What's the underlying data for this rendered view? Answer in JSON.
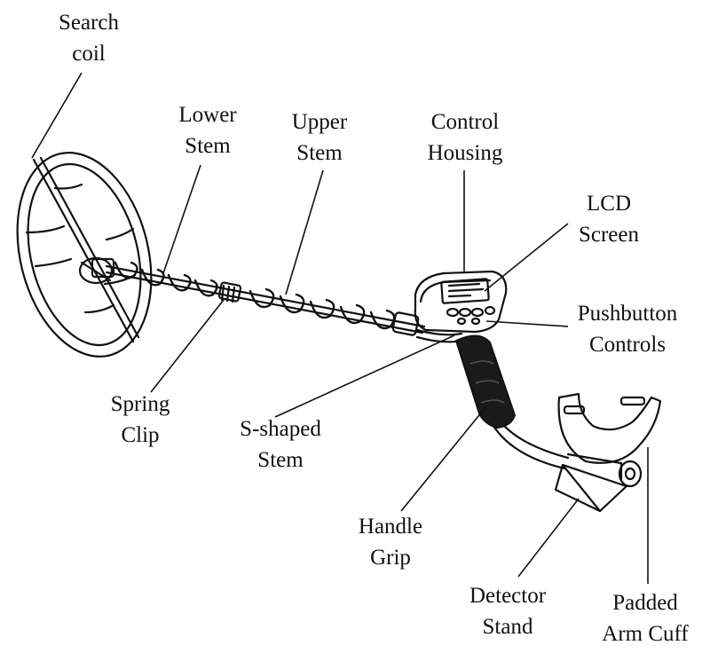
{
  "diagram": {
    "labels": {
      "search_coil": [
        "Search",
        "coil"
      ],
      "lower_stem": [
        "Lower",
        "Stem"
      ],
      "upper_stem": [
        "Upper",
        "Stem"
      ],
      "control_housing": [
        "Control",
        "Housing"
      ],
      "lcd_screen": [
        "LCD",
        "Screen"
      ],
      "pushbutton_controls": [
        "Pushbutton",
        "Controls"
      ],
      "spring_clip": [
        "Spring",
        "Clip"
      ],
      "s_shaped_stem": [
        "S-shaped",
        "Stem"
      ],
      "handle_grip": [
        "Handle",
        "Grip"
      ],
      "detector_stand": [
        "Detector",
        "Stand"
      ],
      "padded_arm_cuff": [
        "Padded",
        "Arm Cuff"
      ]
    },
    "colors": {
      "ink": "#111111",
      "background": "#ffffff",
      "grip": "#1a1a1a"
    }
  }
}
